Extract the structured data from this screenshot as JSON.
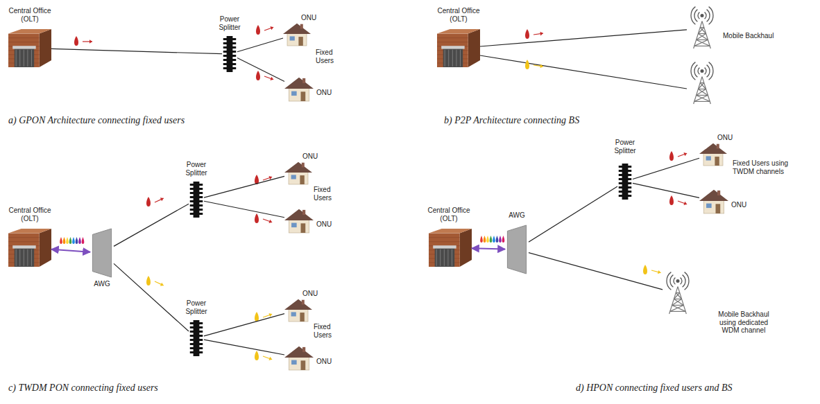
{
  "diagram": {
    "nodes": [
      {
        "text": [
          "Central Office (OLT)"
        ]
      },
      {
        "text": [
          "Power Splitter"
        ]
      },
      {
        "text": [
          "ONU"
        ]
      },
      {
        "text": [
          "ONU"
        ]
      },
      {
        "text": [
          "Central Office (OLT)"
        ]
      },
      {
        "text": [
          "Mobile Backhaul"
        ]
      },
      {
        "text": [
          "Central Office (OLT)"
        ]
      },
      {
        "text": [
          "AWG"
        ]
      },
      {
        "text": [
          "Power Splitter"
        ]
      },
      {
        "text": [
          "ONU"
        ]
      },
      {
        "text": [
          "ONU"
        ]
      },
      {
        "text": [
          "Power Splitter"
        ]
      },
      {
        "text": [
          "ONU"
        ]
      },
      {
        "text": [
          "ONU"
        ]
      },
      {
        "text": [
          "Central Office (OLT)"
        ]
      },
      {
        "text": [
          "AWG"
        ]
      },
      {
        "text": [
          "Power Splitter"
        ]
      },
      {
        "text": [
          "ONU"
        ]
      },
      {
        "text": [
          "ONU"
        ]
      },
      {
        "text": [
          "Mobile Backhaul using dedicated WDM channel"
        ]
      }
    ],
    "edges": [
      {
        "from": 0,
        "to": 1,
        "arrow": "none"
      },
      {
        "from": 1,
        "to": 2,
        "arrow": "none"
      },
      {
        "from": 1,
        "to": 3,
        "arrow": "none"
      },
      {
        "from": 4,
        "to": 5,
        "arrow": "none"
      },
      {
        "from": 6,
        "to": 7,
        "arrow": "both"
      },
      {
        "from": 7,
        "to": 8,
        "arrow": "none"
      },
      {
        "from": 8,
        "to": 9,
        "arrow": "none"
      },
      {
        "from": 8,
        "to": 10,
        "arrow": "none"
      },
      {
        "from": 7,
        "to": 11,
        "arrow": "none"
      },
      {
        "from": 11,
        "to": 12,
        "arrow": "none"
      },
      {
        "from": 11,
        "to": 13,
        "arrow": "none"
      },
      {
        "from": 14,
        "to": 15,
        "arrow": "both"
      },
      {
        "from": 15,
        "to": 16,
        "arrow": "none"
      },
      {
        "from": 16,
        "to": 17,
        "arrow": "none"
      },
      {
        "from": 16,
        "to": 18,
        "arrow": "none"
      },
      {
        "from": 15,
        "to": 19,
        "arrow": "none"
      }
    ],
    "labels": [
      "Fixed Users",
      "a) GPON Architecture connecting fixed users",
      "b) P2P Architecture connecting BS",
      "Fixed Users",
      "Fixed Users",
      "c) TWDM PON connecting fixed users",
      "Fixed Users using TWDM channels",
      "d) HPON connecting fixed users and BS"
    ]
  }
}
